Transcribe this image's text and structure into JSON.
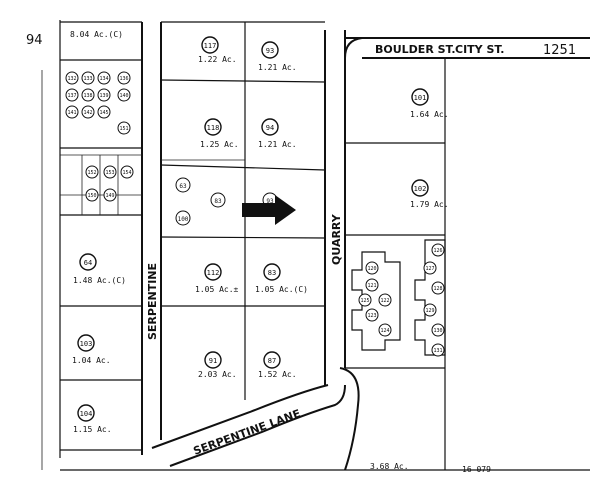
{
  "sheet": {
    "left_page": "94",
    "right_page": "1251",
    "map_code": "16-079"
  },
  "streets": {
    "boulder": "BOULDER ST.",
    "city": "CITY ST.",
    "serpentine": "SERPENTINE",
    "quarry": "QUARRY",
    "serpentine_lane": "SERPENTINE LANE"
  },
  "parcels": [
    {
      "apn": "117",
      "area": "1.22 Ac."
    },
    {
      "apn": "93",
      "area": "1.21 Ac."
    },
    {
      "apn": "101",
      "area": "1.64 Ac."
    },
    {
      "apn": "118",
      "area": "1.25 Ac."
    },
    {
      "apn": "94",
      "area": "1.21 Ac."
    },
    {
      "apn": "102",
      "area": "1.79 Ac."
    },
    {
      "apn": "64",
      "area": "1.48 Ac.(C)"
    },
    {
      "apn": "112",
      "area": "1.05 Ac.±"
    },
    {
      "apn": "83",
      "area": "1.05 Ac.(C)"
    },
    {
      "apn": "103",
      "area": "1.04 Ac."
    },
    {
      "apn": "91",
      "area": "2.03 Ac."
    },
    {
      "apn": "87",
      "area": "1.52 Ac."
    },
    {
      "apn": "104",
      "area": "1.15 Ac."
    },
    {
      "apn": "63",
      "area": ""
    },
    {
      "apn": "83",
      "area": ""
    },
    {
      "apn": "100",
      "area": ""
    },
    {
      "apn": "93",
      "area": ""
    }
  ],
  "small_parcels": [
    "132",
    "133",
    "134",
    "136",
    "137",
    "138",
    "139",
    "140",
    "141",
    "142",
    "145",
    "151",
    "152",
    "153",
    "154",
    "150",
    "149"
  ],
  "condo_units": [
    "120",
    "121",
    "122",
    "123",
    "124",
    "125",
    "126",
    "127",
    "128",
    "129",
    "130",
    "131"
  ],
  "notes": {
    "top_left_area": "8.04 Ac.(C)",
    "bottom_area": "3.68 Ac."
  }
}
